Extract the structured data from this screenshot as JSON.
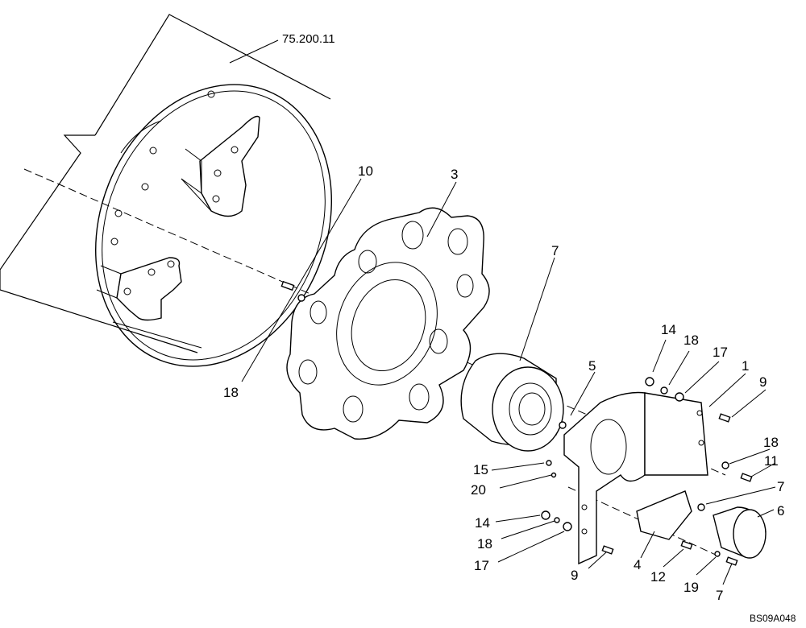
{
  "diagram": {
    "reference": "75.200.11",
    "drawing_code": "BS09A048",
    "callouts": {
      "c1": "1",
      "c3": "3",
      "c4": "4",
      "c5": "5",
      "c6": "6",
      "c7a": "7",
      "c7b": "7",
      "c7c": "7",
      "c9a": "9",
      "c9b": "9",
      "c10": "10",
      "c11": "11",
      "c12": "12",
      "c14a": "14",
      "c14b": "14",
      "c15": "15",
      "c17a": "17",
      "c17b": "17",
      "c18a": "18",
      "c18b": "18",
      "c18c": "18",
      "c18d": "18",
      "c19": "19",
      "c20": "20"
    }
  }
}
